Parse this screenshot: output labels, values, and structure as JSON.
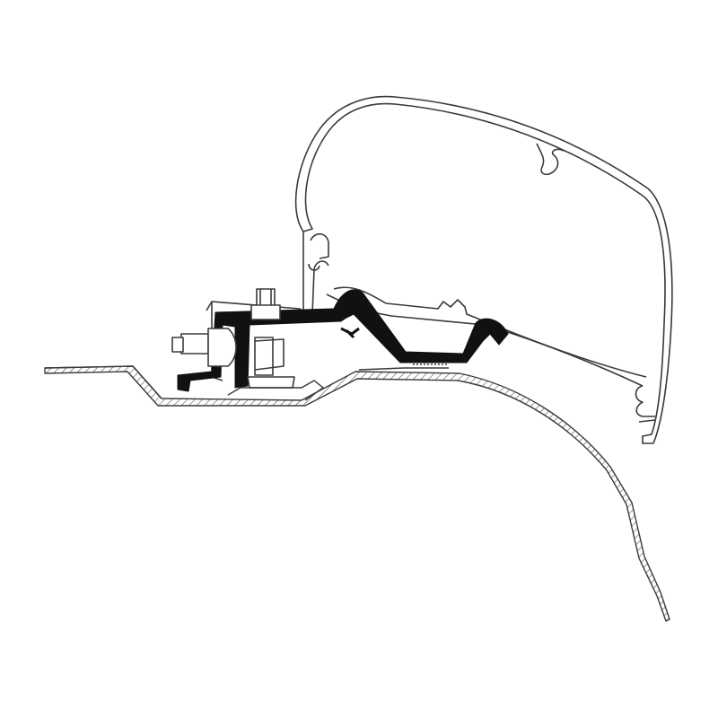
{
  "diagram": {
    "subject": "awning-adapter-mount-cross-section",
    "colors": {
      "line": "#3a3a3a",
      "adapter_fill": "#111111",
      "background": "#ffffff",
      "hatch": "#555555"
    },
    "parts": [
      {
        "name": "awning-case",
        "icon": "awning-profile-outline"
      },
      {
        "name": "adapter-rail",
        "icon": "black-extrusion"
      },
      {
        "name": "mounting-bolt",
        "icon": "hex-bolt"
      },
      {
        "name": "roof-panel",
        "icon": "hatched-sheet-metal"
      },
      {
        "name": "side-wall",
        "icon": "hatched-sheet-metal"
      }
    ]
  }
}
